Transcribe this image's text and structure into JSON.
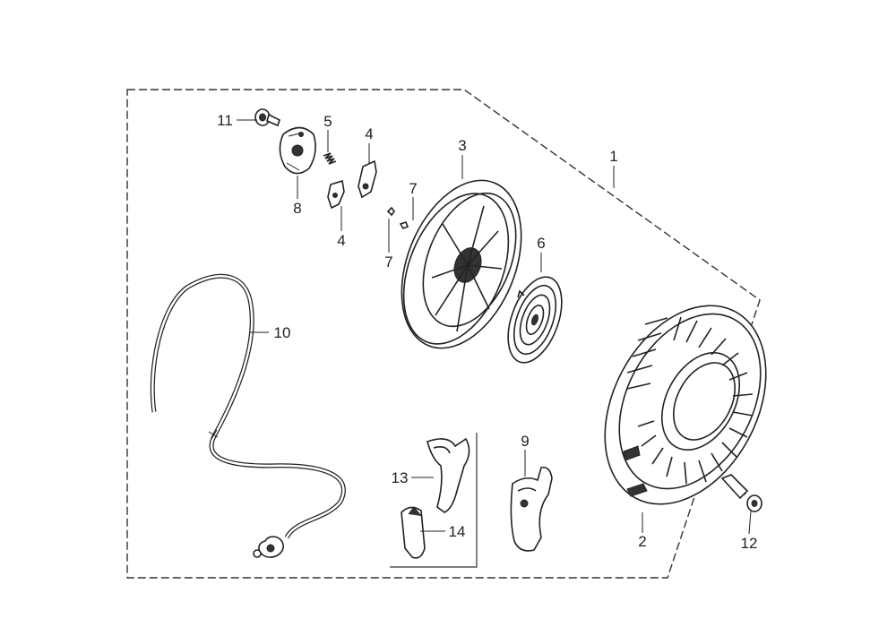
{
  "diagram": {
    "callouts": {
      "c1": "1",
      "c2": "2",
      "c3": "3",
      "c4a": "4",
      "c4b": "4",
      "c5": "5",
      "c6": "6",
      "c7a": "7",
      "c7b": "7",
      "c8": "8",
      "c9": "9",
      "c10": "10",
      "c11": "11",
      "c12": "12",
      "c13": "13",
      "c14": "14"
    }
  }
}
